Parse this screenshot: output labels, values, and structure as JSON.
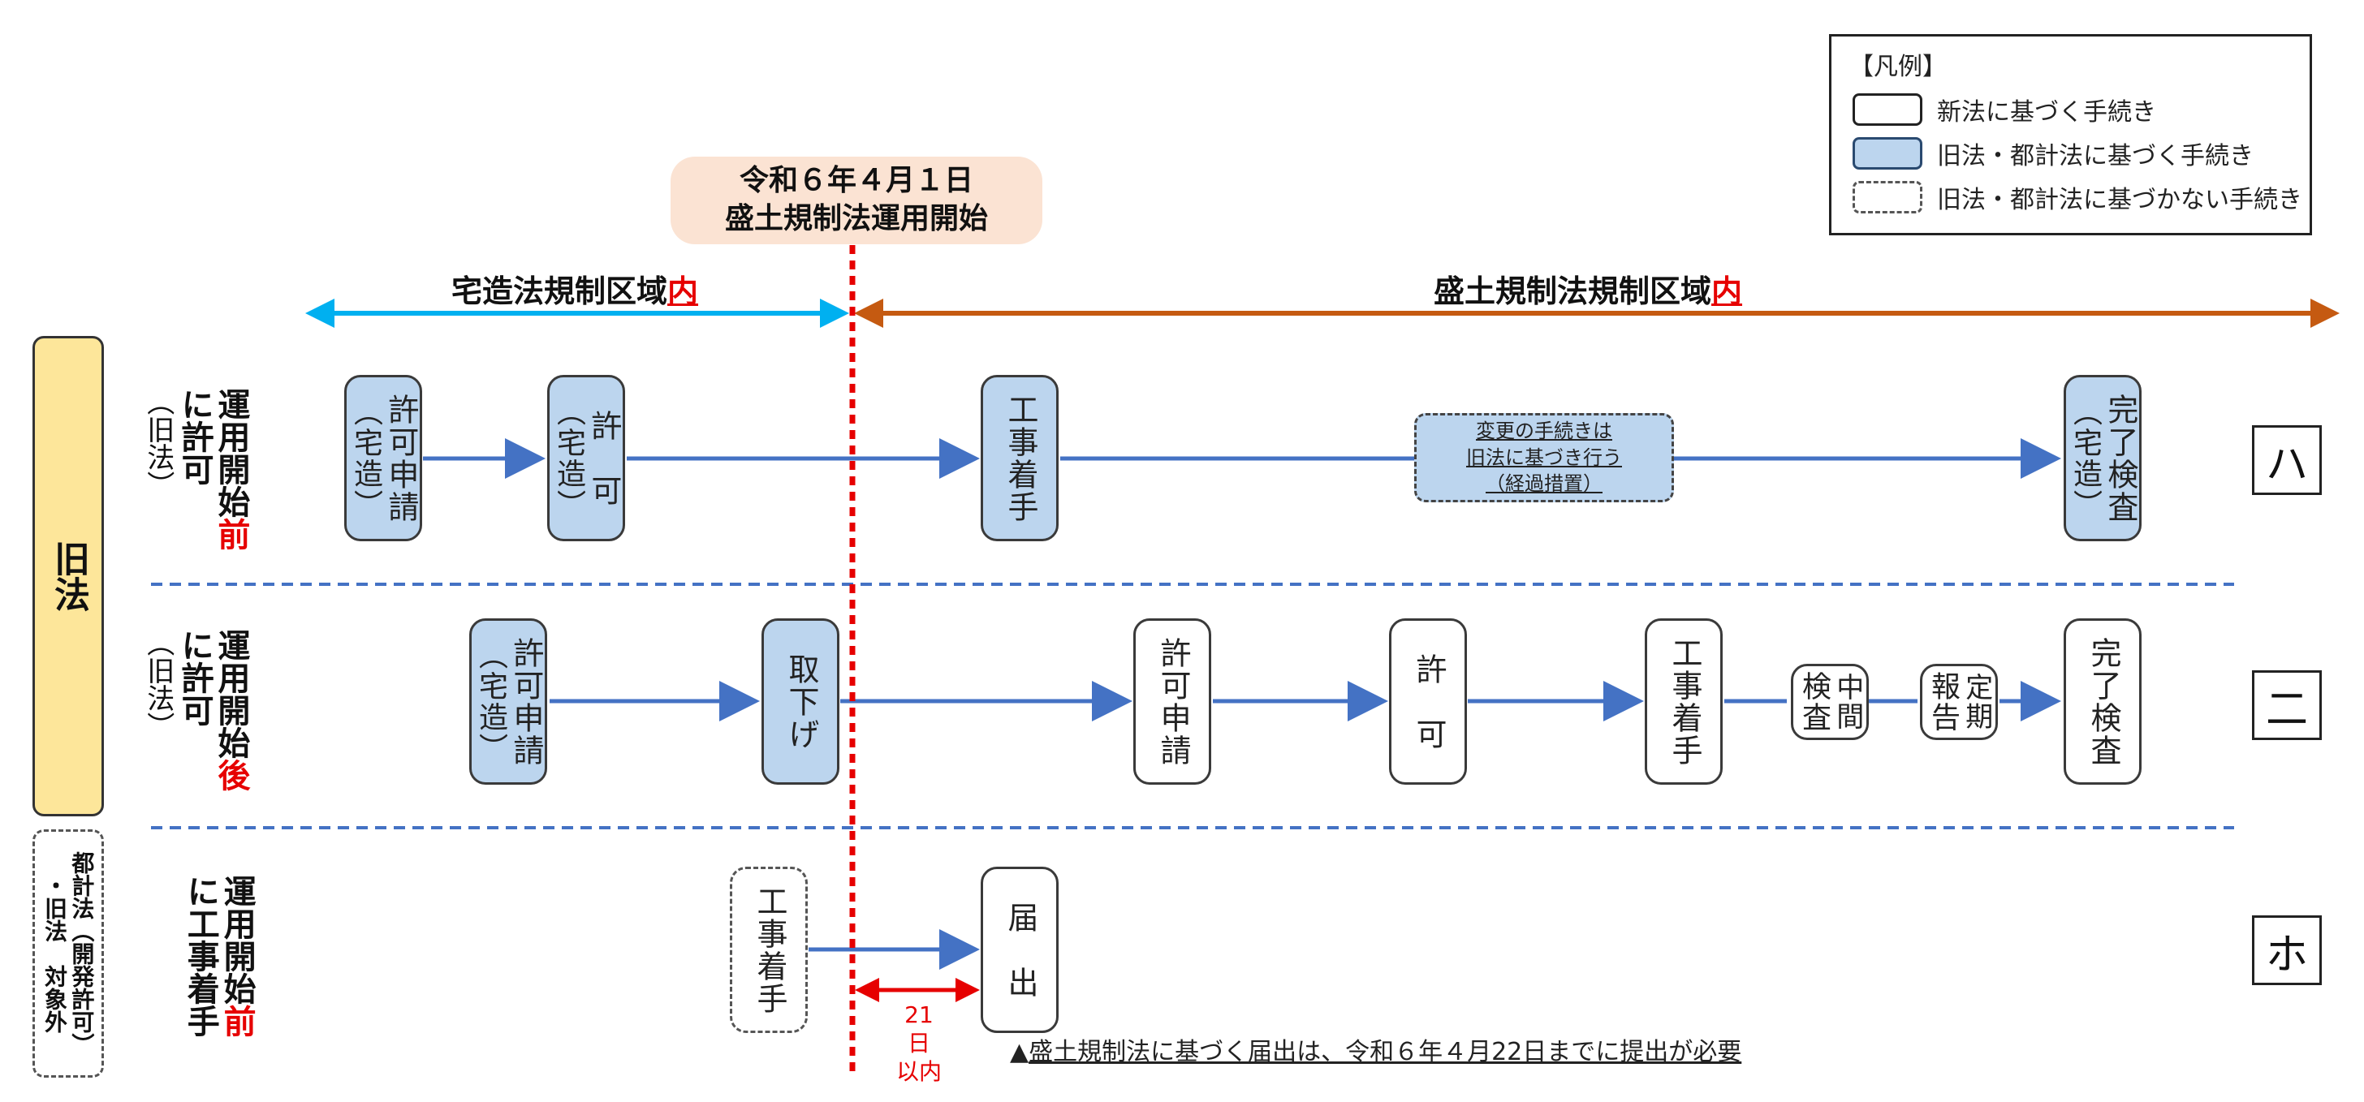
{
  "start": {
    "line1": "令和６年４月１日",
    "line2": "盛土規制法運用開始"
  },
  "zones": {
    "left": {
      "text": "宅造法規制区域",
      "red": "内"
    },
    "right": {
      "text": "盛土規制法規制区域",
      "red": "内"
    }
  },
  "legend": {
    "title": "【凡例】",
    "items": [
      {
        "style": "new",
        "label": "新法に基づく手続き"
      },
      {
        "style": "old",
        "label": "旧法・都計法に基づく手続き"
      },
      {
        "style": "dash",
        "label": "旧法・都計法に基づかない手続き"
      }
    ]
  },
  "side": {
    "old_law": "旧法",
    "exempt_lines": [
      "都計法（開発許可）",
      "・旧法　対象外"
    ]
  },
  "rows": [
    {
      "label_lines": [
        "運用開始",
        "に許可"
      ],
      "red": "前",
      "sub": "（旧法）",
      "tag": "ハ"
    },
    {
      "label_lines": [
        "運用開始",
        "に許可"
      ],
      "red": "後",
      "sub": "（旧法）",
      "tag": "二"
    },
    {
      "label_lines": [
        "運用開始",
        "に工事着手"
      ],
      "red": "前",
      "sub": "",
      "tag": "ホ"
    }
  ],
  "nodes": {
    "r1_apply": {
      "lines": [
        "許可申請",
        "（宅造）"
      ]
    },
    "r1_permit": {
      "lines": [
        "許　可",
        "（宅造）"
      ]
    },
    "r1_start": {
      "lines": [
        "工事着手"
      ]
    },
    "r1_done": {
      "lines": [
        "完了検査",
        "（宅造）"
      ]
    },
    "r2_apply": {
      "lines": [
        "許可申請",
        "（宅造）"
      ]
    },
    "r2_withdraw": {
      "lines": [
        "取下げ"
      ]
    },
    "r2_newapply": {
      "lines": [
        "許可申請"
      ]
    },
    "r2_permit": {
      "lines": [
        "許　可"
      ]
    },
    "r2_start": {
      "lines": [
        "工事着手"
      ]
    },
    "r2_mid": {
      "lines": [
        "中間",
        "検査"
      ]
    },
    "r2_report": {
      "lines": [
        "定期",
        "報告"
      ]
    },
    "r2_done": {
      "lines": [
        "完了検査"
      ]
    },
    "r3_start": {
      "lines": [
        "工事着手"
      ]
    },
    "r3_notify": {
      "lines": [
        "届　出"
      ]
    }
  },
  "note": {
    "lines": [
      "変更の手続きは",
      "旧法に基づき行う",
      "（経過措置）"
    ]
  },
  "days": {
    "lines": [
      "21日",
      "以内"
    ]
  },
  "footnote": {
    "mark": "▲",
    "text": "盛土規制法に基づく届出は、令和６年４月22日までに提出が必要"
  }
}
